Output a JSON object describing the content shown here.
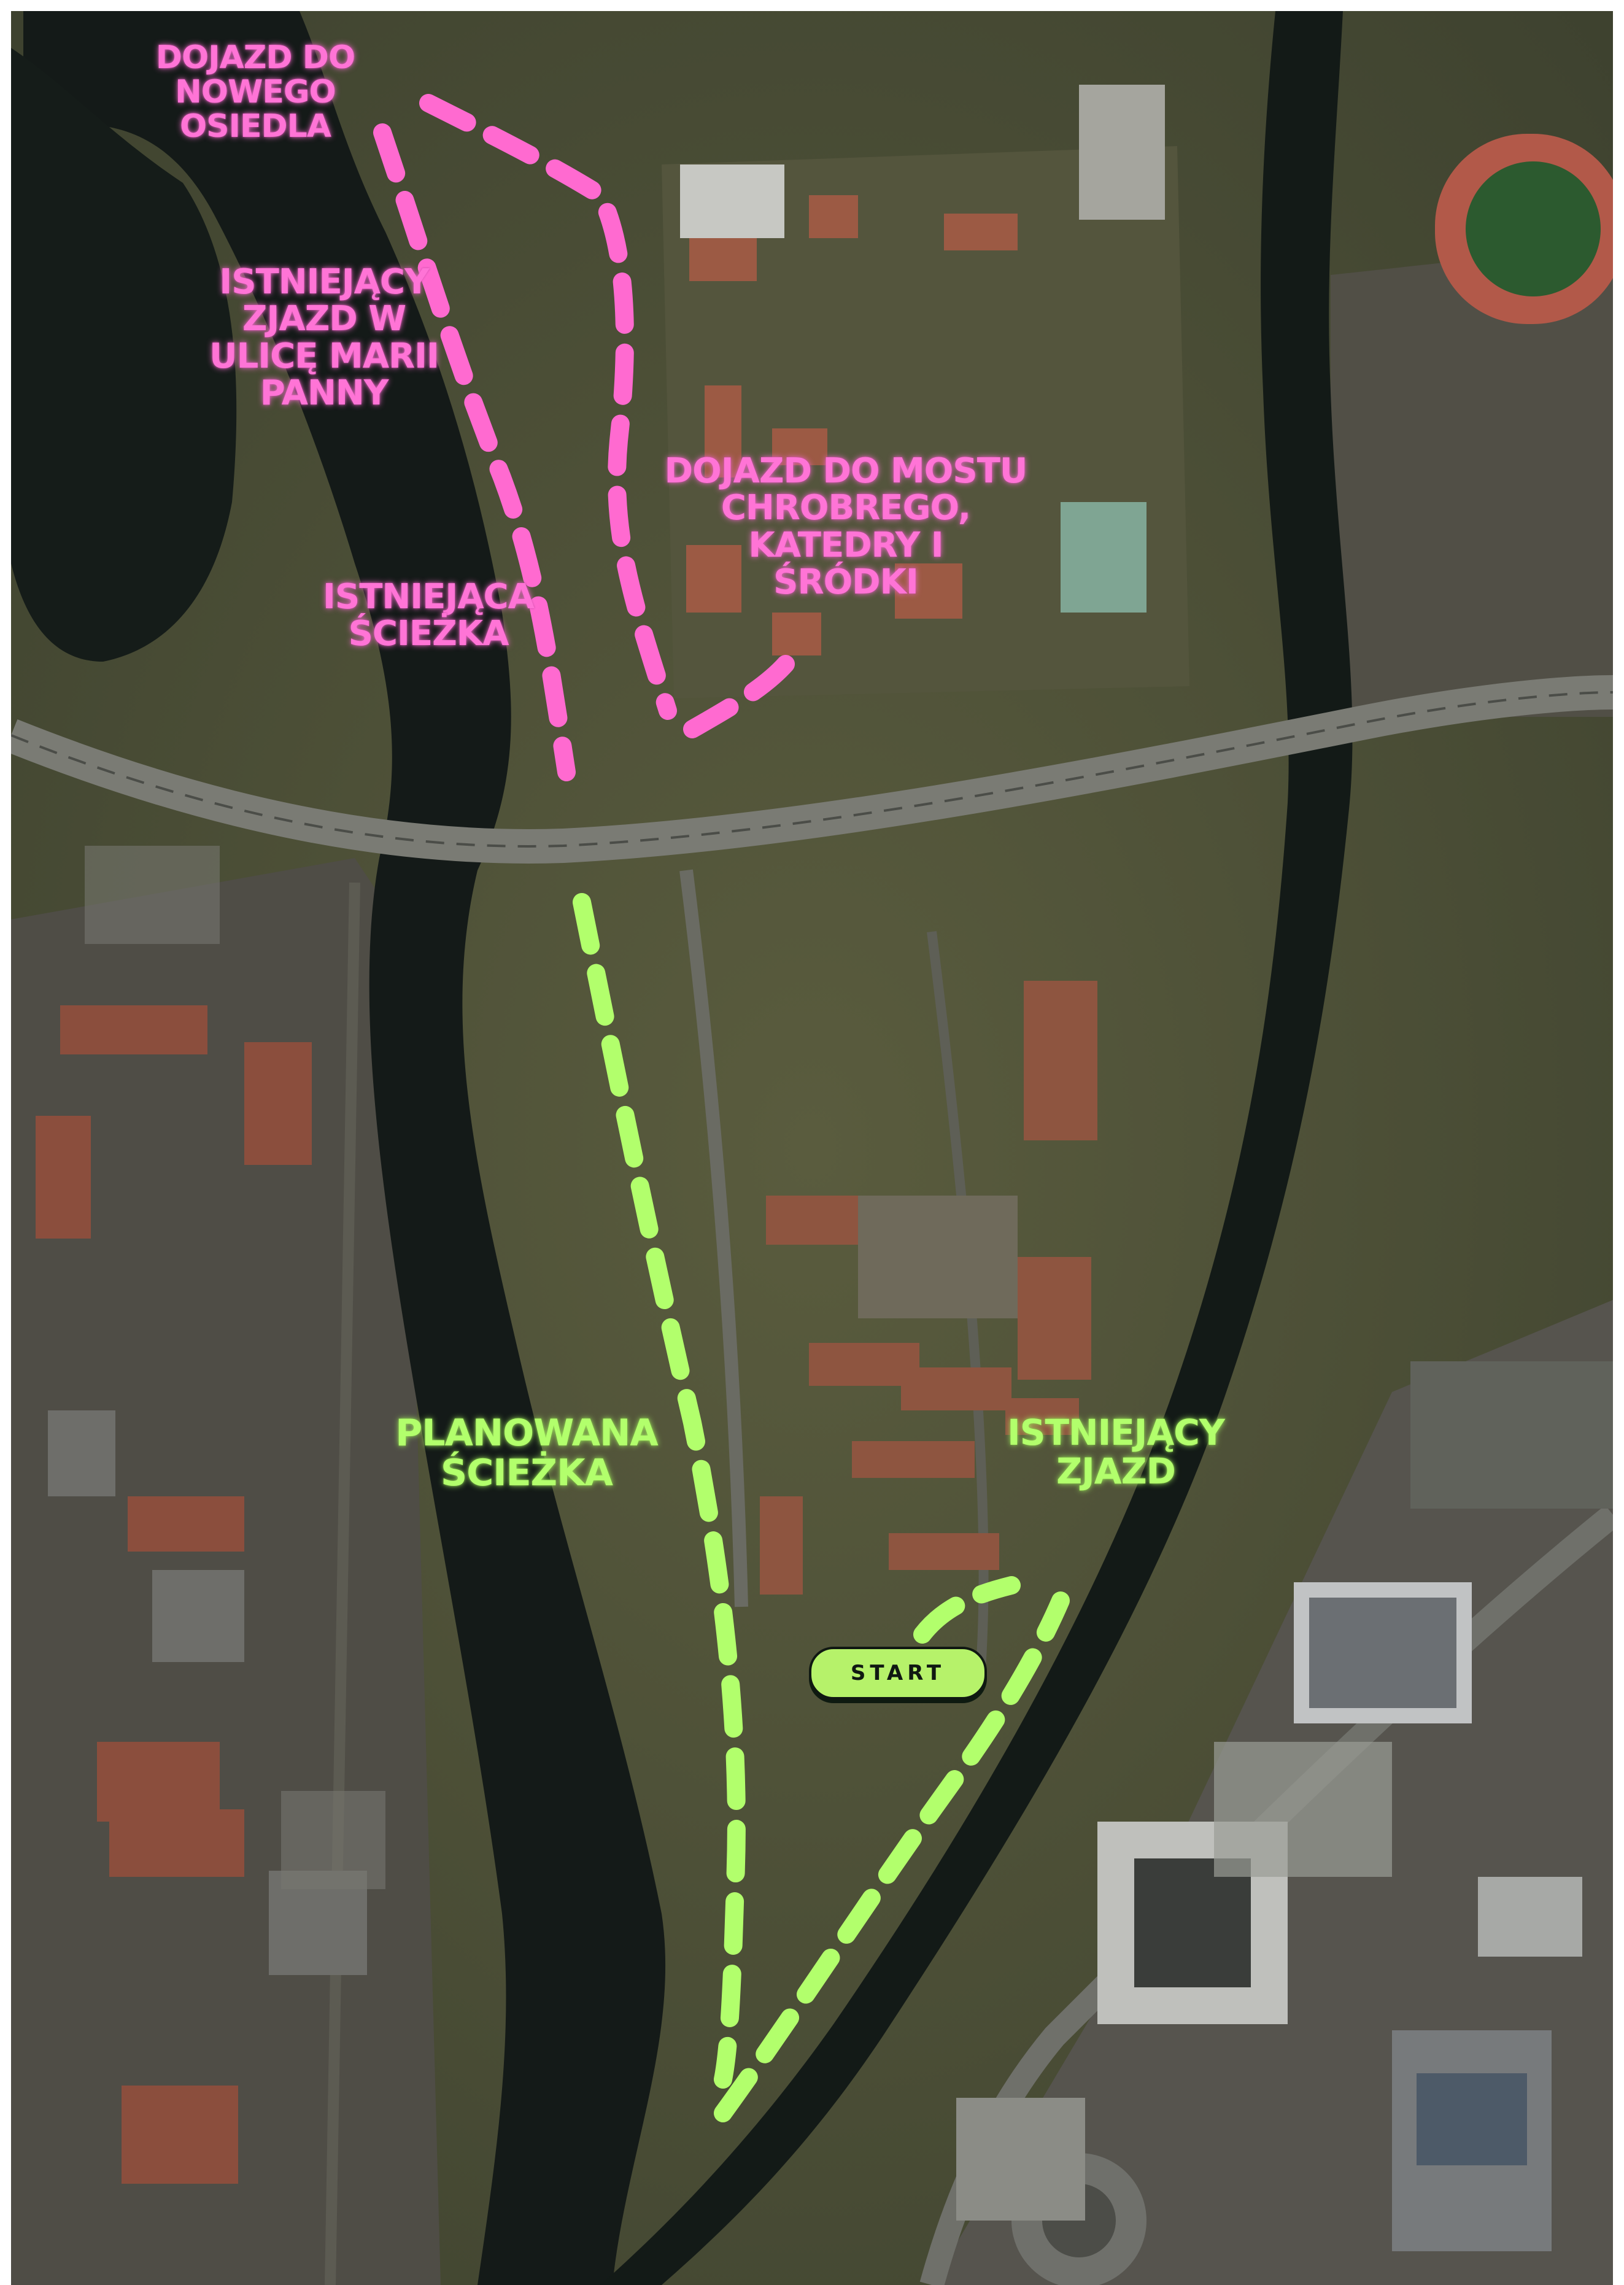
{
  "map": {
    "labels": {
      "new_estate_access": "DOJAZD DO NOWEGO\nOSIEDLA",
      "existing_exit_marii_panny": "ISTNIEJĄCY\nZJAZD W\nULICĘ MARII\nPANNY",
      "bridge_access": "DOJAZD DO MOSTU\nCHROBREGO, KATEDRY I\nŚRÓDKI",
      "existing_path": "ISTNIEJĄCA\nŚCIEŻKA",
      "planned_path": "PLANOWANA\nŚCIEŻKA",
      "existing_exit": "ISTNIEJĄCY\nZJAZD"
    },
    "start_button": "START",
    "colors": {
      "existing_routes": "#ff74d6",
      "planned_routes": "#b2ff6c",
      "river": "#141a18",
      "vegetation": "#4a4f35",
      "road": "#6d6f6a"
    }
  }
}
